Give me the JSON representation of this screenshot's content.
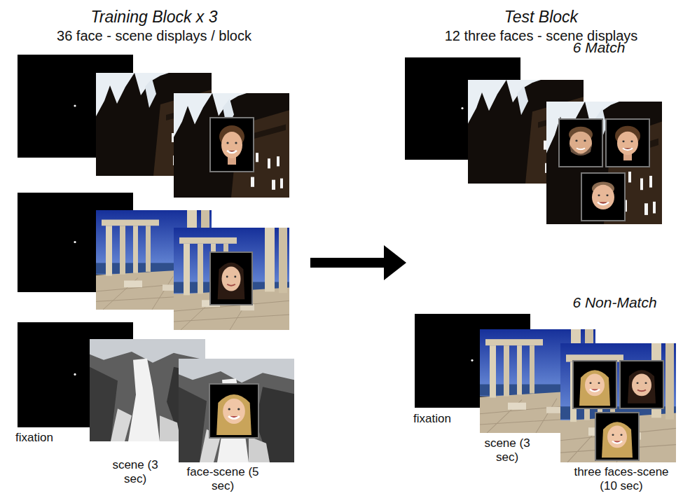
{
  "diagram": {
    "nodes": [
      {
        "text": [
          "Training Block x 3",
          "36 face - scene displays / block"
        ]
      },
      {
        "text": [
          "Test Block",
          "12 three faces - scene displays"
        ]
      }
    ],
    "edges": [
      {
        "from": 0,
        "to": 1,
        "arrow": "to"
      }
    ],
    "labels": [
      "6 Match",
      "6 Non-Match",
      "fixation",
      "scene (3 sec)",
      "face-scene (5 sec)",
      "fixation",
      "scene (3 sec)",
      "three faces-scene (10 sec)"
    ]
  }
}
